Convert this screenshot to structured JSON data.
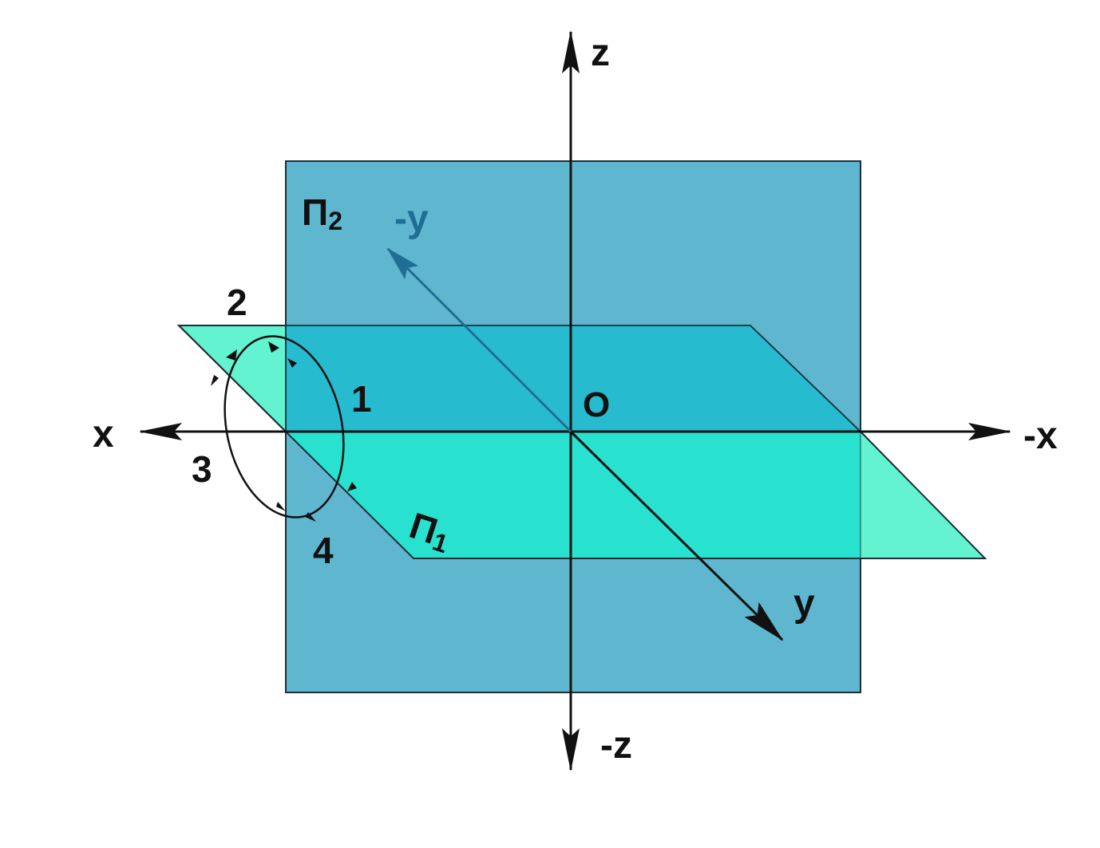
{
  "axes": {
    "z_pos": "z",
    "z_neg": "-z",
    "x_pos": "x",
    "x_neg": "-x",
    "y_pos": "y",
    "y_neg": "-y",
    "origin": "O"
  },
  "planes": {
    "frontal": {
      "label": "Π",
      "subscript": "2"
    },
    "horizontal": {
      "label": "Π",
      "subscript": "1"
    }
  },
  "quadrants": [
    "1",
    "2",
    "3",
    "4"
  ],
  "colors": {
    "frontal_plane": "#5fb7cf",
    "horizontal_plane": "#63f3d0",
    "overlap_back": "#27bbcf",
    "overlap_front": "#28e2cf",
    "axis": "#111111",
    "neg_y_axis": "#1f6f94"
  }
}
